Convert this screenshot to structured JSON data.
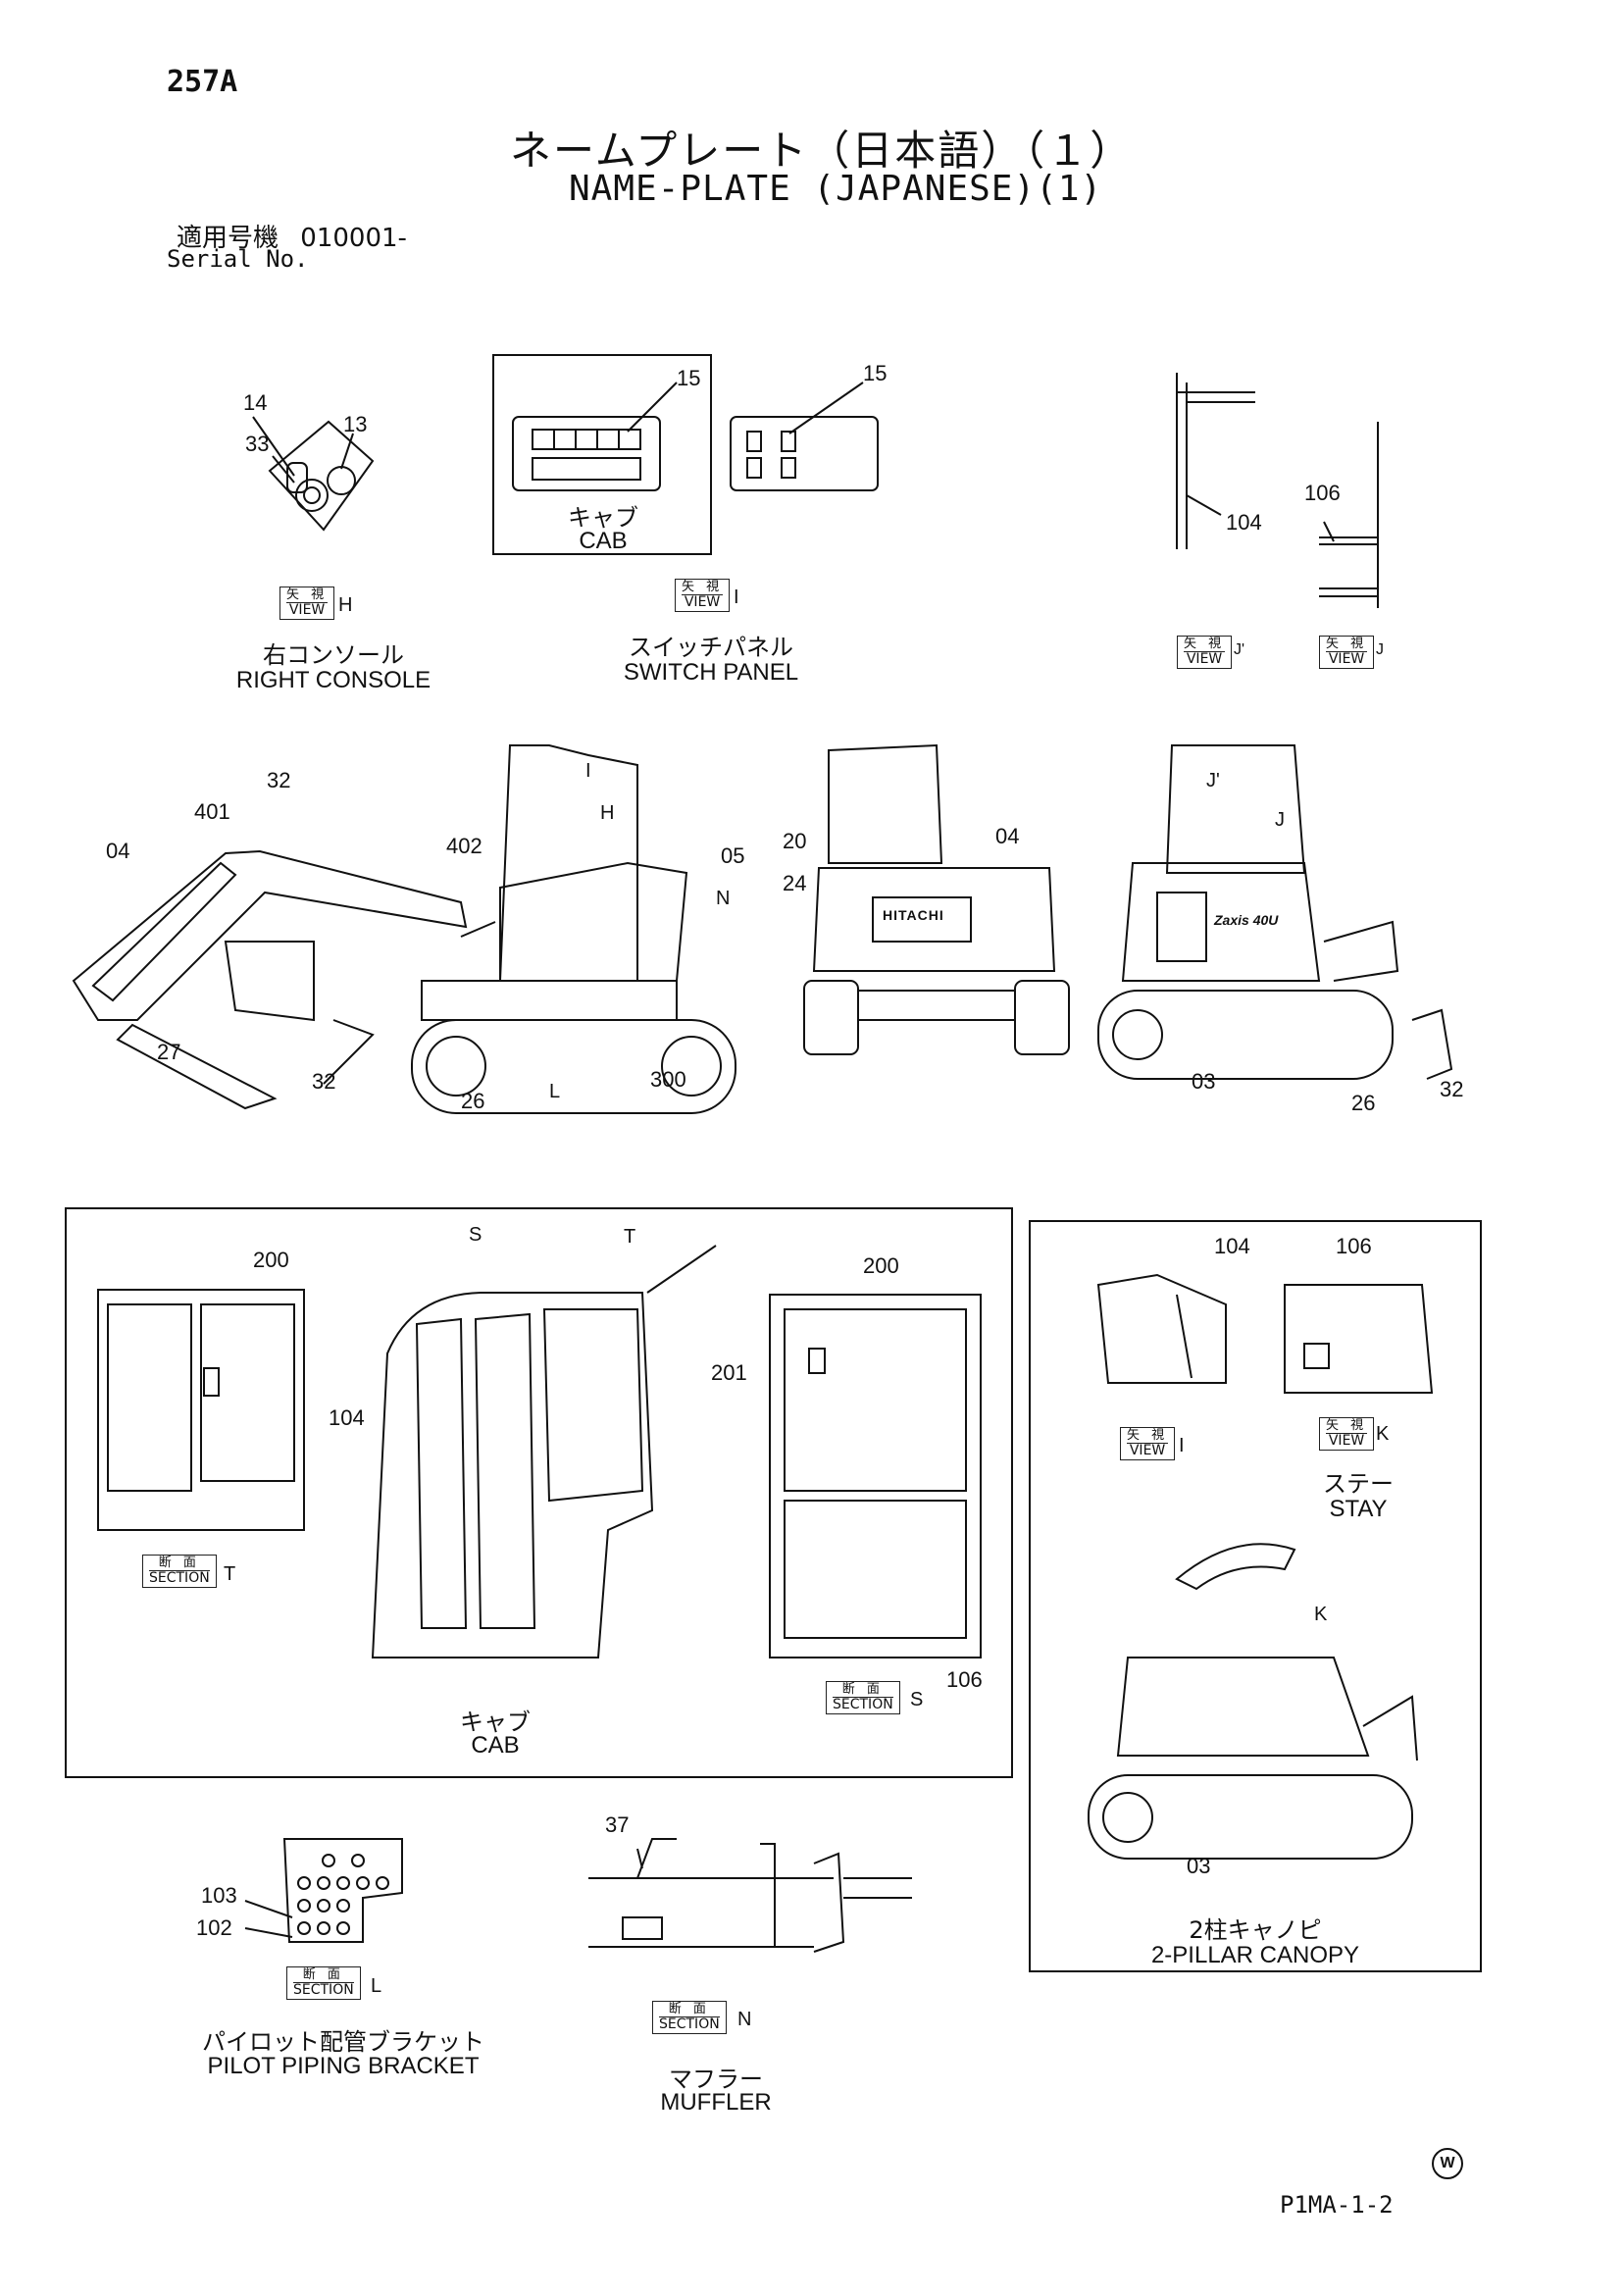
{
  "header": {
    "page_code": "257A",
    "title_jp": "ネームプレート（日本語）（１）",
    "title_en": "NAME-PLATE (JAPANESE)(1)",
    "serial_label_jp": "適用号機",
    "serial_value": "010001-",
    "serial_label_en": "Serial No."
  },
  "views": {
    "right_console": {
      "tag_jp": "矢 視",
      "tag_en": "VIEW",
      "tag_letter": "H",
      "caption_jp": "右コンソール",
      "caption_en": "RIGHT CONSOLE",
      "callouts": [
        "14",
        "13",
        "33"
      ]
    },
    "cab_panel": {
      "caption_jp": "キャブ",
      "caption_en": "CAB",
      "callout": "15"
    },
    "switch_panel": {
      "tag_jp": "矢 視",
      "tag_en": "VIEW",
      "tag_letter": "I",
      "caption_jp": "スイッチパネル",
      "caption_en": "SWITCH PANEL",
      "callout": "15"
    },
    "view_j1": {
      "tag_jp": "矢 視",
      "tag_en": "VIEW",
      "tag_letter": "J'",
      "callout": "104"
    },
    "view_j2": {
      "tag_jp": "矢 視",
      "tag_en": "VIEW",
      "tag_letter": "J",
      "callout": "106"
    }
  },
  "machine_views": {
    "side_callouts": [
      "32",
      "401",
      "04",
      "402",
      "05",
      "27",
      "32",
      "26",
      "300"
    ],
    "front_callouts": [
      "20",
      "24",
      "04"
    ],
    "rear_callouts": [
      "03",
      "26",
      "32"
    ],
    "arrow_letters": [
      "I",
      "H",
      "N",
      "L",
      "J'",
      "J"
    ]
  },
  "cab_section": {
    "arrow_letters": [
      "S",
      "T"
    ],
    "section_t": {
      "tag_jp": "断 面",
      "tag_en": "SECTION",
      "tag_letter": "T",
      "callouts": [
        "200",
        "104"
      ]
    },
    "section_s": {
      "tag_jp": "断 面",
      "tag_en": "SECTION",
      "tag_letter": "S",
      "callouts": [
        "200",
        "201",
        "106"
      ]
    },
    "caption_jp": "キャブ",
    "caption_en": "CAB"
  },
  "canopy_section": {
    "view_i": {
      "tag_jp": "矢 視",
      "tag_en": "VIEW",
      "tag_letter": "I",
      "callout": "104"
    },
    "view_k": {
      "tag_jp": "矢 視",
      "tag_en": "VIEW",
      "tag_letter": "K",
      "callout": "106",
      "caption_jp": "ステー",
      "caption_en": "STAY"
    },
    "arrow_letter": "K",
    "callout": "03",
    "caption_jp": "2柱キャノピ",
    "caption_en": "2-PILLAR CANOPY"
  },
  "pilot_bracket": {
    "tag_jp": "断 面",
    "tag_en": "SECTION",
    "tag_letter": "L",
    "callouts": [
      "103",
      "102"
    ],
    "caption_jp": "パイロット配管ブラケット",
    "caption_en": "PILOT PIPING BRACKET"
  },
  "muffler": {
    "tag_jp": "断 面",
    "tag_en": "SECTION",
    "tag_letter": "N",
    "callout": "37",
    "caption_jp": "マフラー",
    "caption_en": "MUFFLER"
  },
  "footer": {
    "mark": "W",
    "drawing_code": "P1MA-1-2"
  },
  "brand_markings": [
    "HITACHI",
    "Zaxis",
    "40U"
  ],
  "colors": {
    "ink": "#111111",
    "paper": "#ffffff"
  }
}
